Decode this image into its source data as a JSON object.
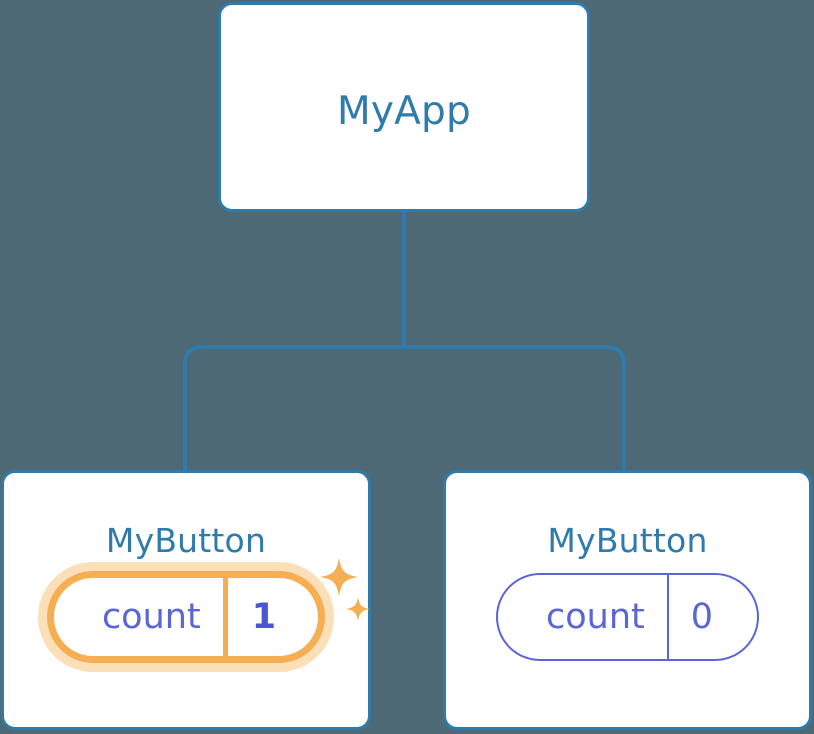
{
  "diagram": {
    "type": "component-tree",
    "background_color": "#4c6975",
    "node_border_color": "#2f7bab",
    "node_title_color": "#2f7bab",
    "edge_color": "#2f7bab",
    "state_color": "#5a66d6",
    "highlight_color": "#f5ae52",
    "highlight_glow_color": "#fbdfb8",
    "sparkle_color": "#f5ae52"
  },
  "root": {
    "title": "MyApp"
  },
  "children": [
    {
      "title": "MyButton",
      "state": {
        "key": "count",
        "value": "1"
      },
      "highlighted": true,
      "sparkle_icons": [
        "sparkle-large-icon",
        "sparkle-small-icon"
      ]
    },
    {
      "title": "MyButton",
      "state": {
        "key": "count",
        "value": "0"
      },
      "highlighted": false
    }
  ]
}
